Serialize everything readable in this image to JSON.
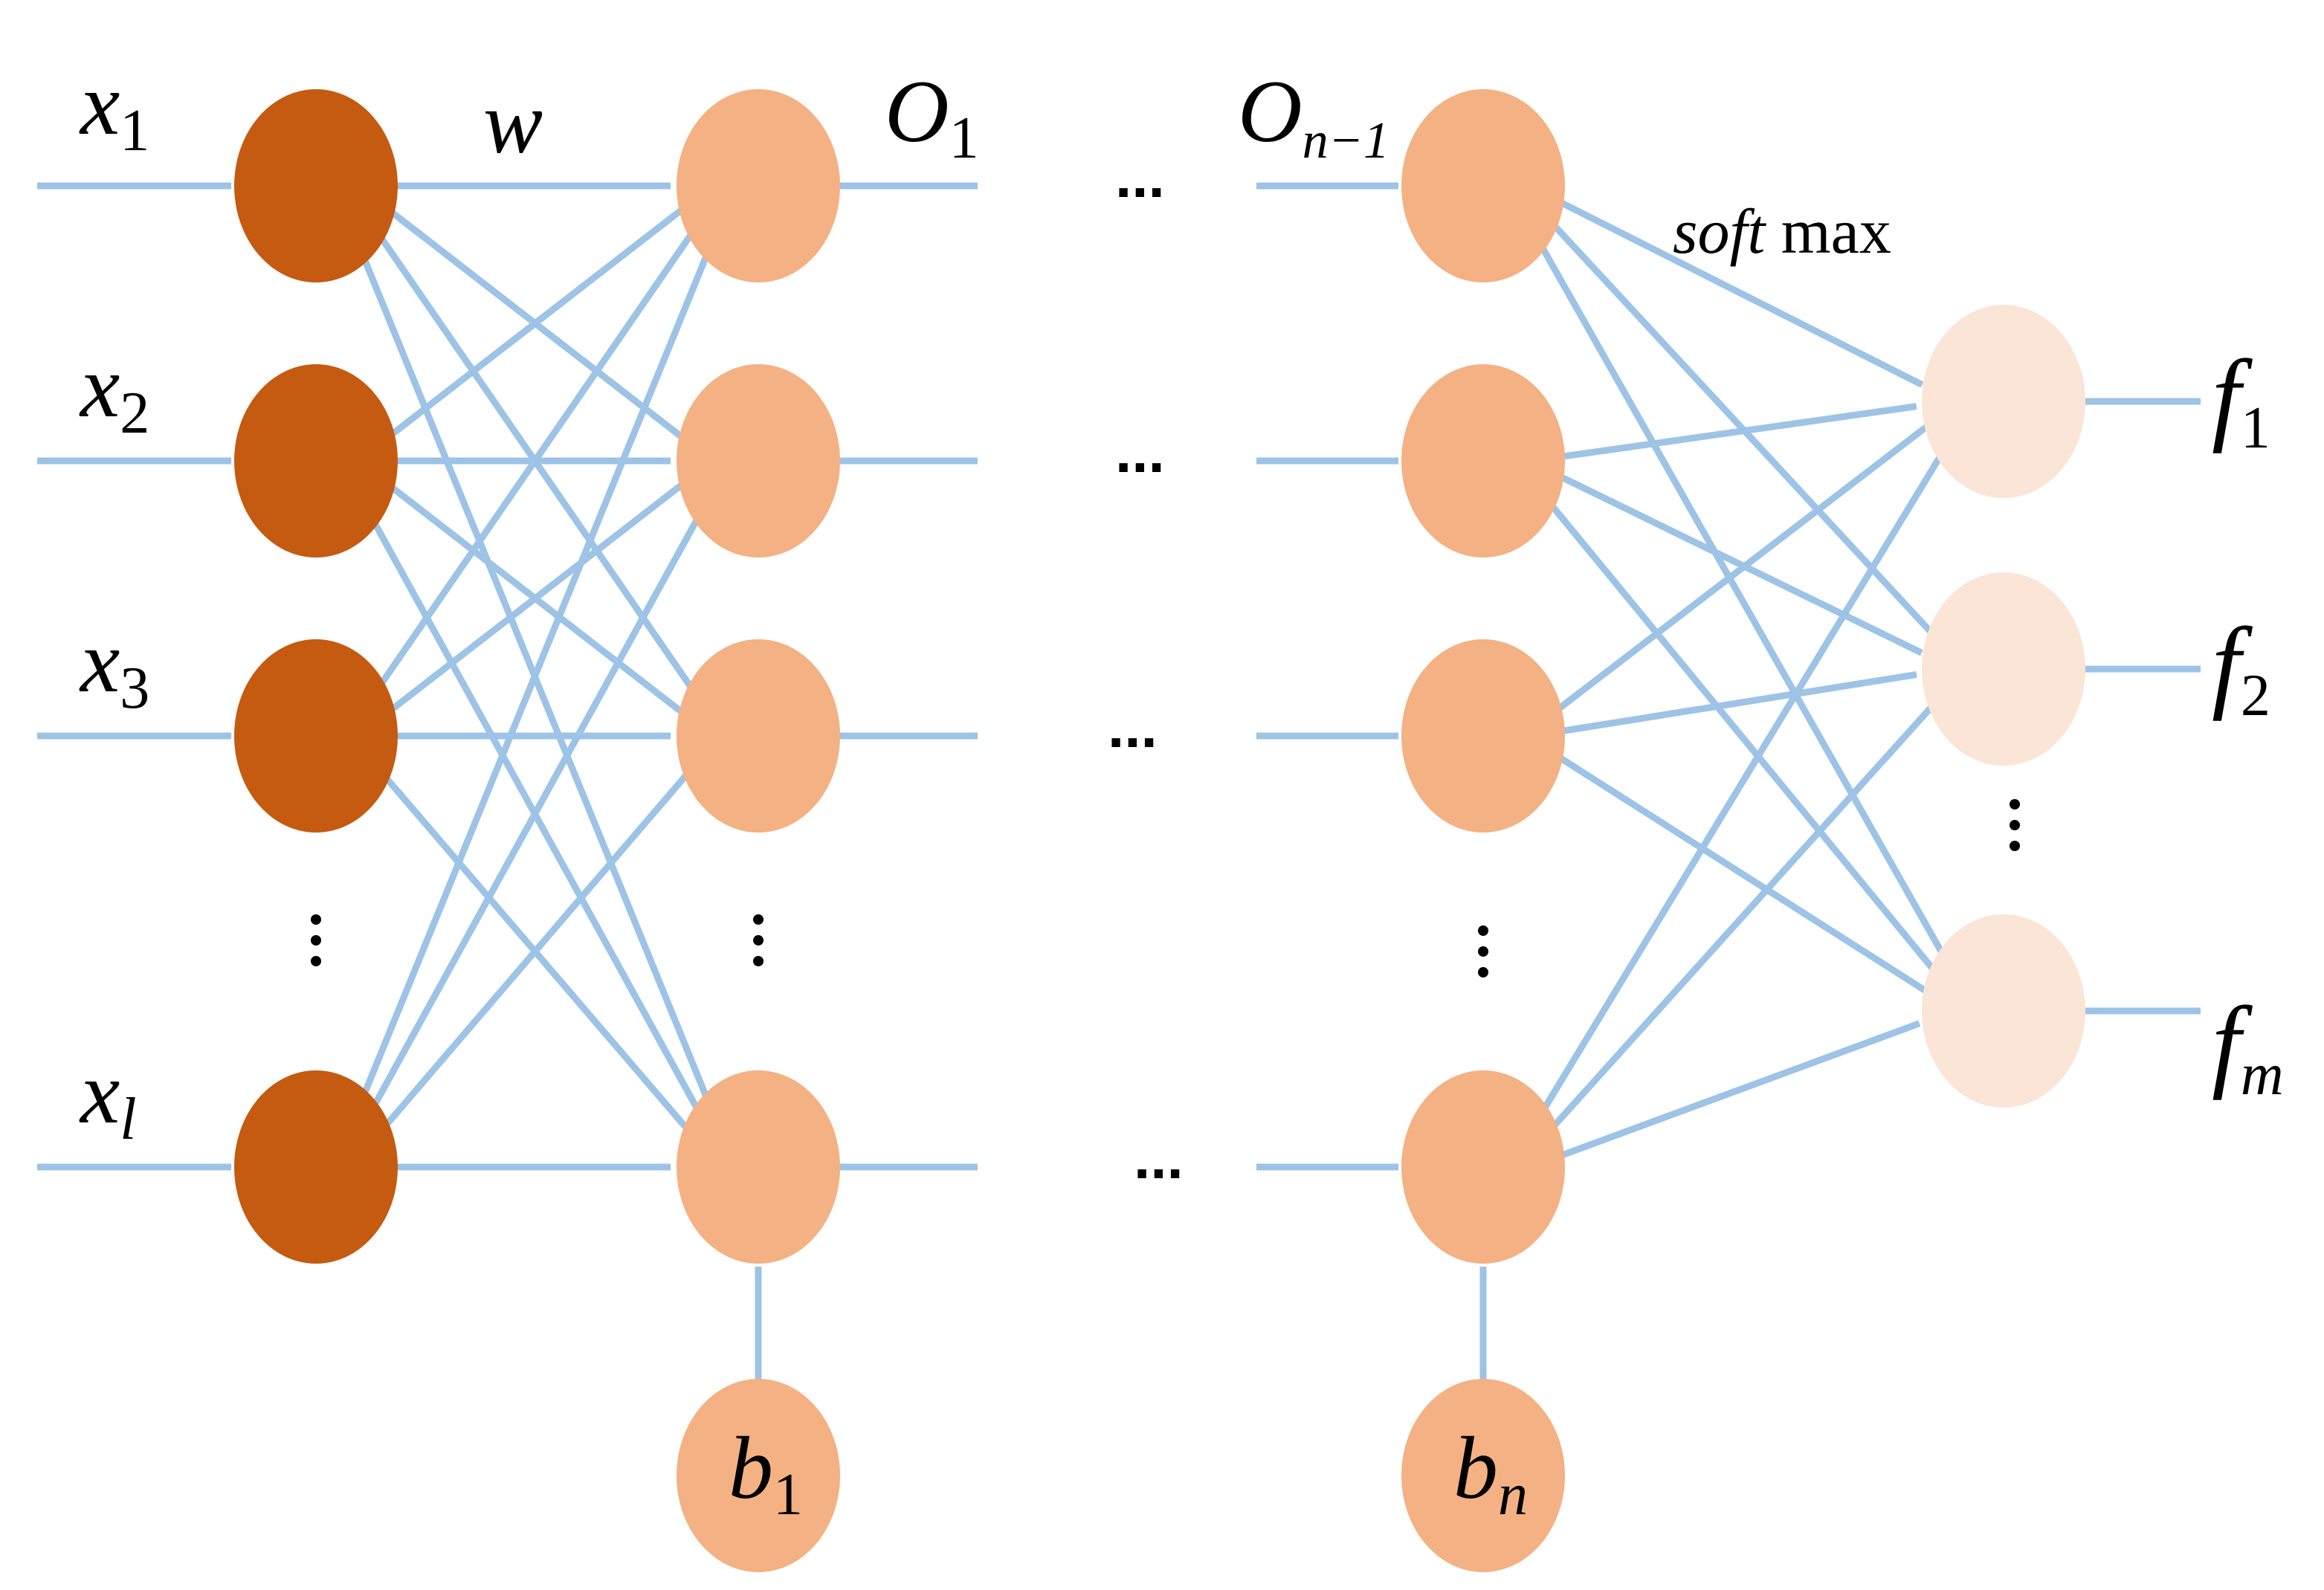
{
  "colors": {
    "input_node": "#c55a11",
    "hidden_node": "#f4b183",
    "output_node": "#fbe5d6",
    "edge": "#9dc3e6",
    "text": "#000000"
  },
  "labels": {
    "inputs": [
      {
        "base": "x",
        "sub": "1"
      },
      {
        "base": "x",
        "sub": "2"
      },
      {
        "base": "x",
        "sub": "3"
      },
      {
        "base": "x",
        "sub": "l"
      }
    ],
    "weight": "w",
    "o1": {
      "base": "O",
      "sub": "1"
    },
    "on1": {
      "base": "O",
      "sub": "n−1"
    },
    "softmax": {
      "italic": "soft",
      "normal": " max"
    },
    "b1": {
      "base": "b",
      "sub": "1"
    },
    "bn": {
      "base": "b",
      "sub": "n"
    },
    "outputs": [
      {
        "base": "f",
        "sub": "1"
      },
      {
        "base": "f",
        "sub": "2"
      },
      {
        "base": "f",
        "sub": "m"
      }
    ]
  },
  "ellipsis_h": "...",
  "ellipsis_v": "⋮"
}
